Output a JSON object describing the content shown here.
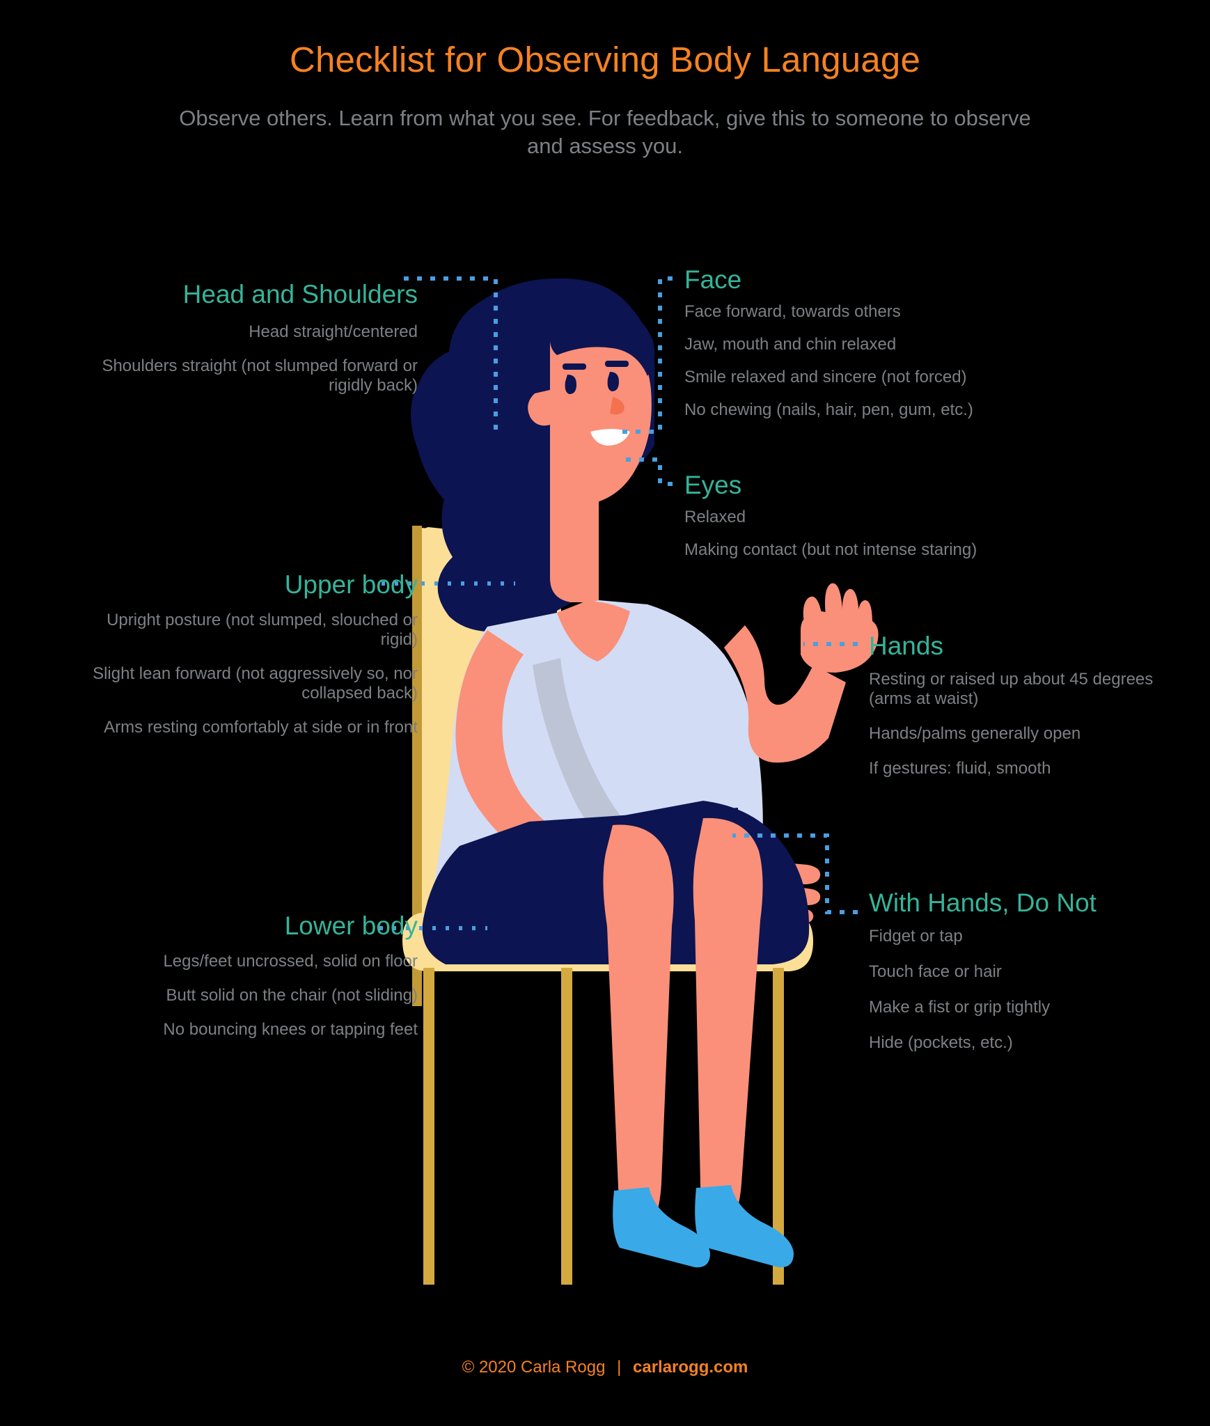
{
  "header": {
    "title": "Checklist for Observing Body Language",
    "subtitle": "Observe others. Learn from what you see. For feedback, give this to someone to observe and assess you."
  },
  "colors": {
    "background": "#000000",
    "title_orange": "#f58220",
    "heading_teal": "#35b49a",
    "body_gray": "#7d8084",
    "connector_blue": "#4a9fe0",
    "skin": "#fa9079",
    "hair_navy": "#0d1452",
    "shirt_lavender": "#d3dcf5",
    "skirt_navy": "#0d1452",
    "chair_yellow": "#fbdf97",
    "chair_leg_gold": "#d3a940",
    "shoe_blue": "#3aa9e8"
  },
  "sections": {
    "head_and_shoulders": {
      "heading": "Head and Shoulders",
      "items": [
        "Head straight/centered",
        "Shoulders straight (not slumped forward or rigidly back)"
      ]
    },
    "upper_body": {
      "heading": "Upper body",
      "items": [
        "Upright posture (not slumped, slouched or rigid)",
        "Slight lean forward (not aggressively so, nor collapsed back)",
        "Arms resting comfortably at side or in front"
      ]
    },
    "lower_body": {
      "heading": "Lower body",
      "items": [
        "Legs/feet uncrossed, solid on floor",
        "Butt solid on the chair (not sliding)",
        "No bouncing knees or tapping feet"
      ]
    },
    "face": {
      "heading": "Face",
      "items": [
        "Face forward, towards others",
        "Jaw, mouth and chin relaxed",
        "Smile relaxed and sincere (not forced)",
        "No chewing (nails, hair, pen, gum, etc.)"
      ]
    },
    "eyes": {
      "heading": "Eyes",
      "items": [
        "Relaxed",
        "Making contact (but not intense staring)"
      ]
    },
    "hands": {
      "heading": "Hands",
      "items": [
        "Resting or raised up about 45 degrees (arms at waist)",
        "Hands/palms generally open",
        "If gestures: fluid, smooth"
      ]
    },
    "with_hands_do_not": {
      "heading": "With Hands, Do Not",
      "items": [
        "Fidget or tap",
        "Touch face or hair",
        "Make a fist or grip tightly",
        "Hide (pockets, etc.)"
      ]
    }
  },
  "footer": {
    "copyright": "© 2020 Carla Rogg",
    "separator": "|",
    "website": "carlarogg.com"
  }
}
